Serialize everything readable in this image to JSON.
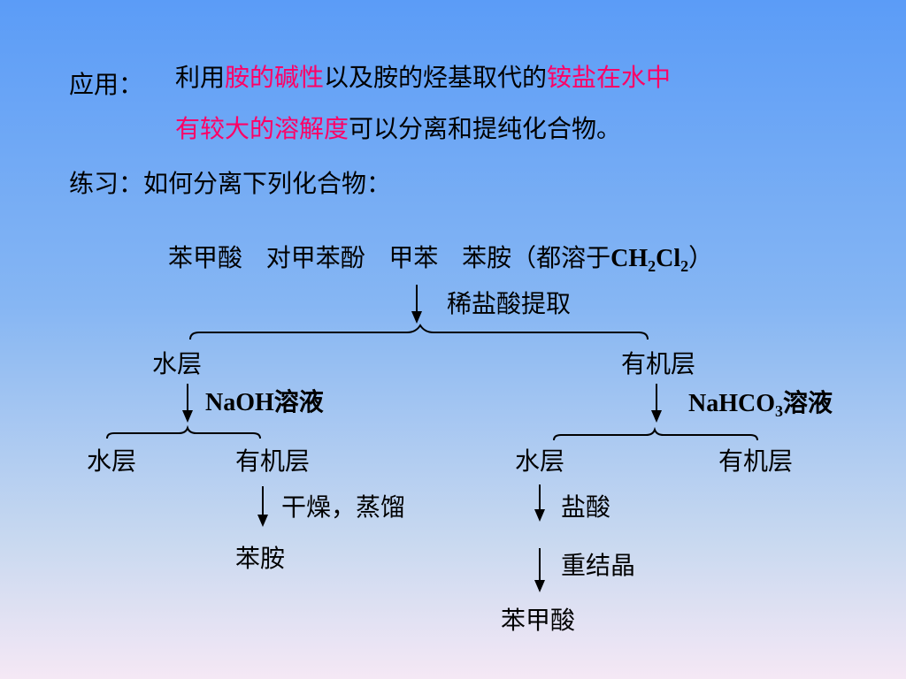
{
  "application": {
    "label": "应用：",
    "line1_a": "利用",
    "line1_hl1": "胺的碱性",
    "line1_b": "以及胺的烃基取代的",
    "line1_hl2": "铵盐在水中",
    "line2_hl": "有较大的溶解度",
    "line2_b": "可以分离和提纯化合物。"
  },
  "exercise": {
    "label": "练习：如何分离下列化合物："
  },
  "diagram": {
    "mixture_text": "苯甲酸   对甲苯酚   甲苯   苯胺（都溶于",
    "mixture_formula_ch": "CH",
    "mixture_formula_ch_sub": "2",
    "mixture_formula_cl": "Cl",
    "mixture_formula_cl_sub": "2",
    "mixture_close": "）",
    "step1_reagent": "稀盐酸提取",
    "aqueous_layer_1": "水层",
    "organic_layer_1": "有机层",
    "naoh_reagent": "NaOH溶液",
    "nahco3_na": "NaHCO",
    "nahco3_sub": "3",
    "nahco3_rest": "溶液",
    "aqueous_layer_2": "水层",
    "organic_layer_2": "有机层",
    "aqueous_layer_3": "水层",
    "organic_layer_3": "有机层",
    "dry_distill": "干燥，蒸馏",
    "aniline": "苯胺",
    "hcl": "盐酸",
    "recrystallize": "重结晶",
    "benzoic_acid": "苯甲酸"
  }
}
